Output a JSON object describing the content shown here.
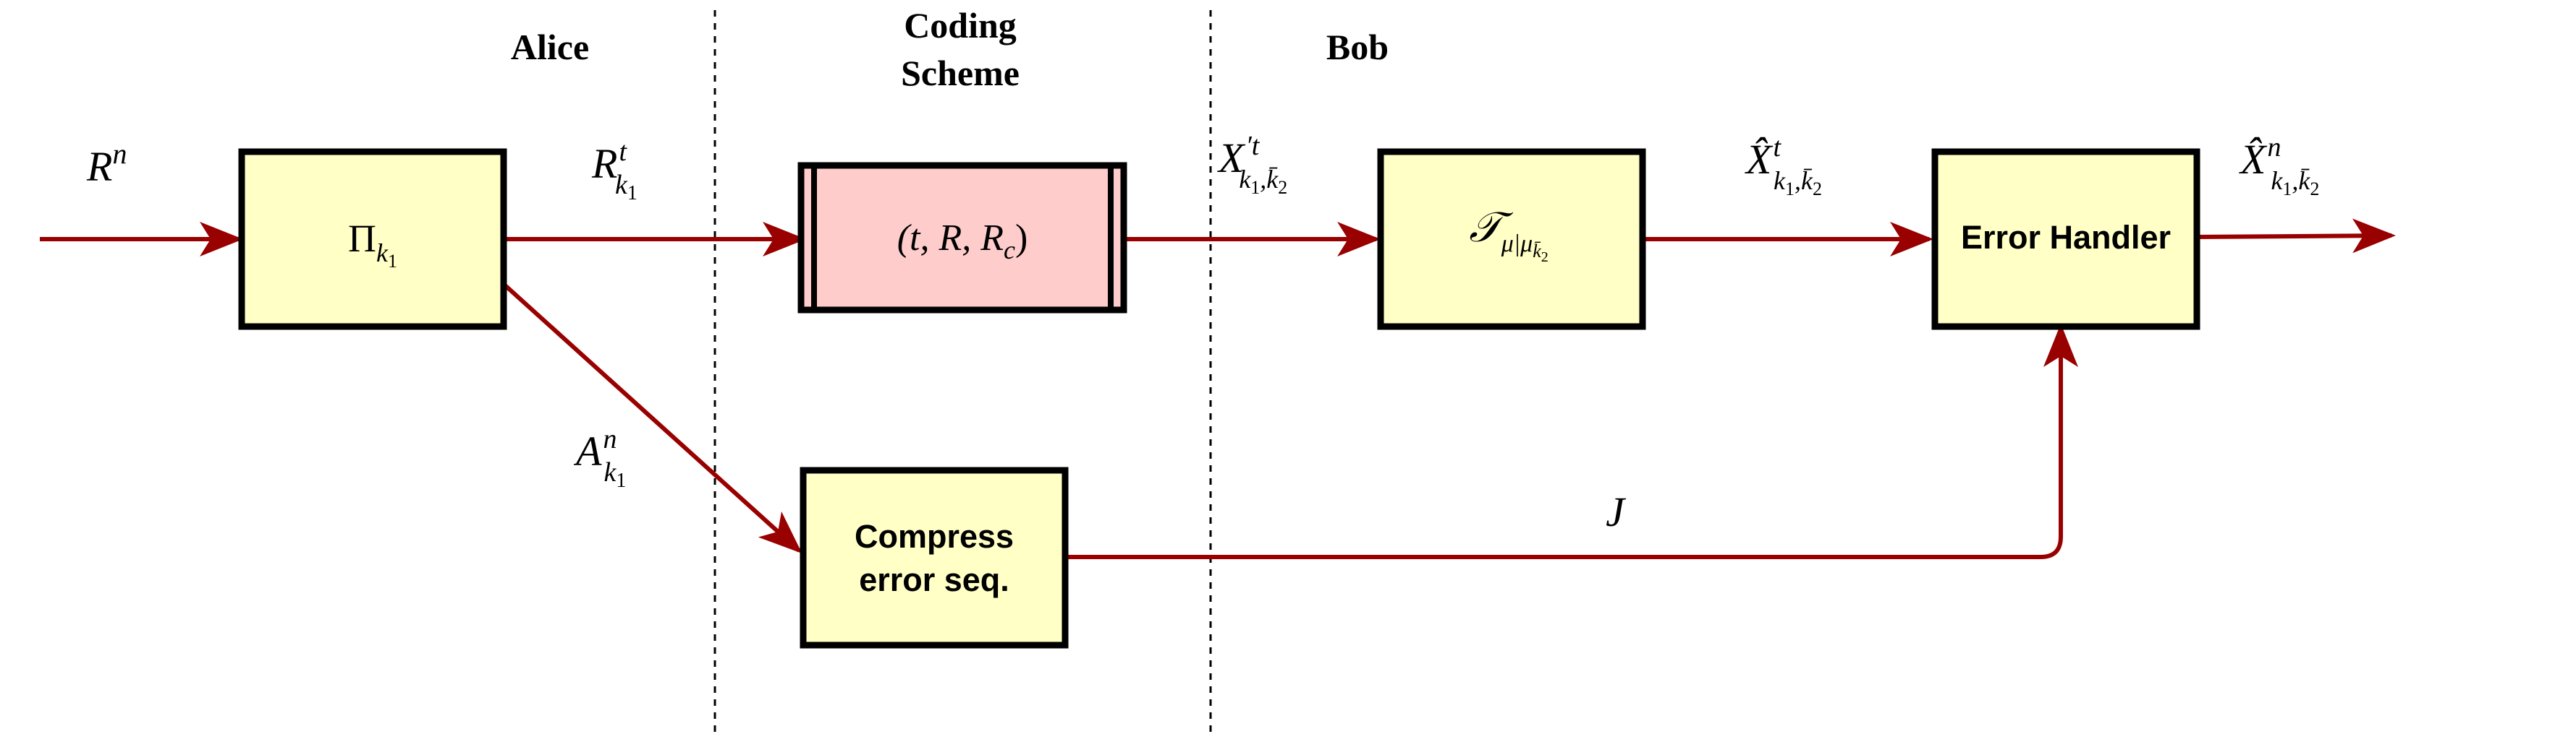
{
  "headers": {
    "alice": "Alice",
    "coding_line1": "Coding",
    "coding_line2": "Scheme",
    "bob": "Bob"
  },
  "blocks": {
    "pi": {
      "symbol": "Π",
      "sub": "k",
      "subsub": "1"
    },
    "coding": {
      "label": "(t, R, R",
      "sub": "c",
      "close": ")"
    },
    "transform": {
      "symbol": "𝒯",
      "sub": "μ|μ",
      "subsub": "k̄",
      "subsubsub": "2"
    },
    "error_handler": {
      "label": "Error Handler"
    },
    "compress": {
      "line1": "Compress",
      "line2": "error seq."
    }
  },
  "signals": {
    "input": {
      "base": "R",
      "sup": "n"
    },
    "alice_out": {
      "base": "R",
      "sup": "t",
      "sub": "k",
      "subsub": "1"
    },
    "alice_err": {
      "base": "A",
      "sup": "n",
      "sub": "k",
      "subsub": "1"
    },
    "channel_out": {
      "base": "X",
      "sup": "′t",
      "sub": "k",
      "subsub": "1",
      "sub2": ",k̄",
      "subsub2": "2"
    },
    "transform_out": {
      "base": "X̂",
      "sup": "t",
      "sub": "k",
      "subsub": "1",
      "sub2": ",k̄",
      "subsub2": "2"
    },
    "final_out": {
      "base": "X̂",
      "sup": "n",
      "sub": "k",
      "subsub": "1",
      "sub2": ",k̄",
      "subsub2": "2"
    },
    "side_info": {
      "base": "J"
    }
  },
  "colors": {
    "arrow": "#990000",
    "block_fill": "#ffffc6",
    "coding_fill": "#ffcccc"
  }
}
